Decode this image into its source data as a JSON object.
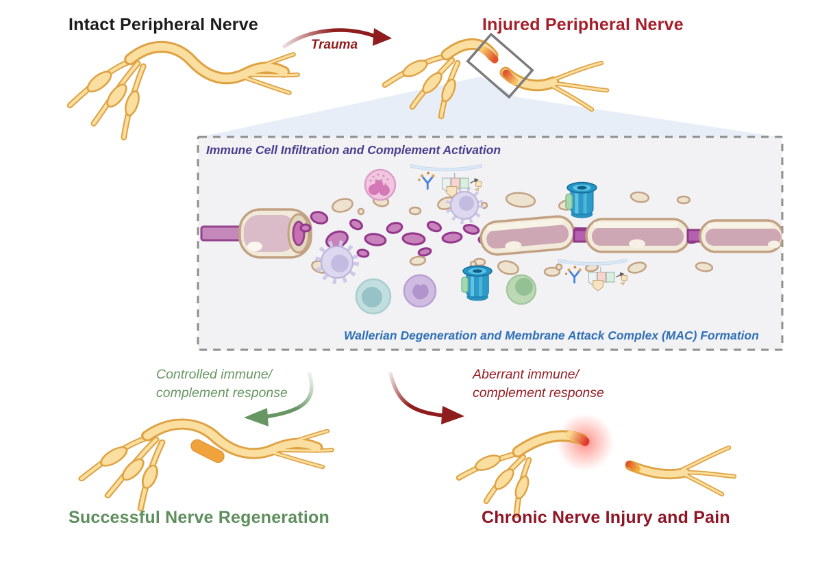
{
  "figure_title_area": {
    "intact_label": "Intact Peripheral Nerve",
    "trauma_label": "Trauma",
    "injured_label": "Injured Peripheral Nerve"
  },
  "inset": {
    "top_title": "Immune Cell Infiltration and Complement Activation",
    "bottom_title": "Wallerian Degeneration and Membrane Attack Complex (MAC) Formation"
  },
  "outcomes": {
    "controlled": {
      "arrow_label": "Controlled immune/\ncomplement response",
      "result_label": "Successful Nerve Regeneration"
    },
    "aberrant": {
      "arrow_label": "Aberrant immune/\ncomplement response",
      "result_label": "Chronic Nerve Injury and Pain"
    }
  },
  "colors": {
    "nerve_fill": "#FADFA0",
    "nerve_outline": "#DFA243",
    "trauma_red": "#8F1D1D",
    "injured_title_red": "#A51E29",
    "chronic_title_red": "#901425",
    "aberrant_red": "#951D24",
    "success_green": "#5E8F5C",
    "controlled_green": "#679663",
    "inset_title_purple": "#4B3C8E",
    "inset_title_blue": "#2F6FB8",
    "inset_background": "#F2F2F4",
    "zoom_cone_blue": "#E8EEF8",
    "axon_purple": "#A855A8",
    "myelin_tan": "#EDE3CE",
    "mac_blue": "#2D9BC9",
    "pain_glow_red": "#FF5040"
  }
}
